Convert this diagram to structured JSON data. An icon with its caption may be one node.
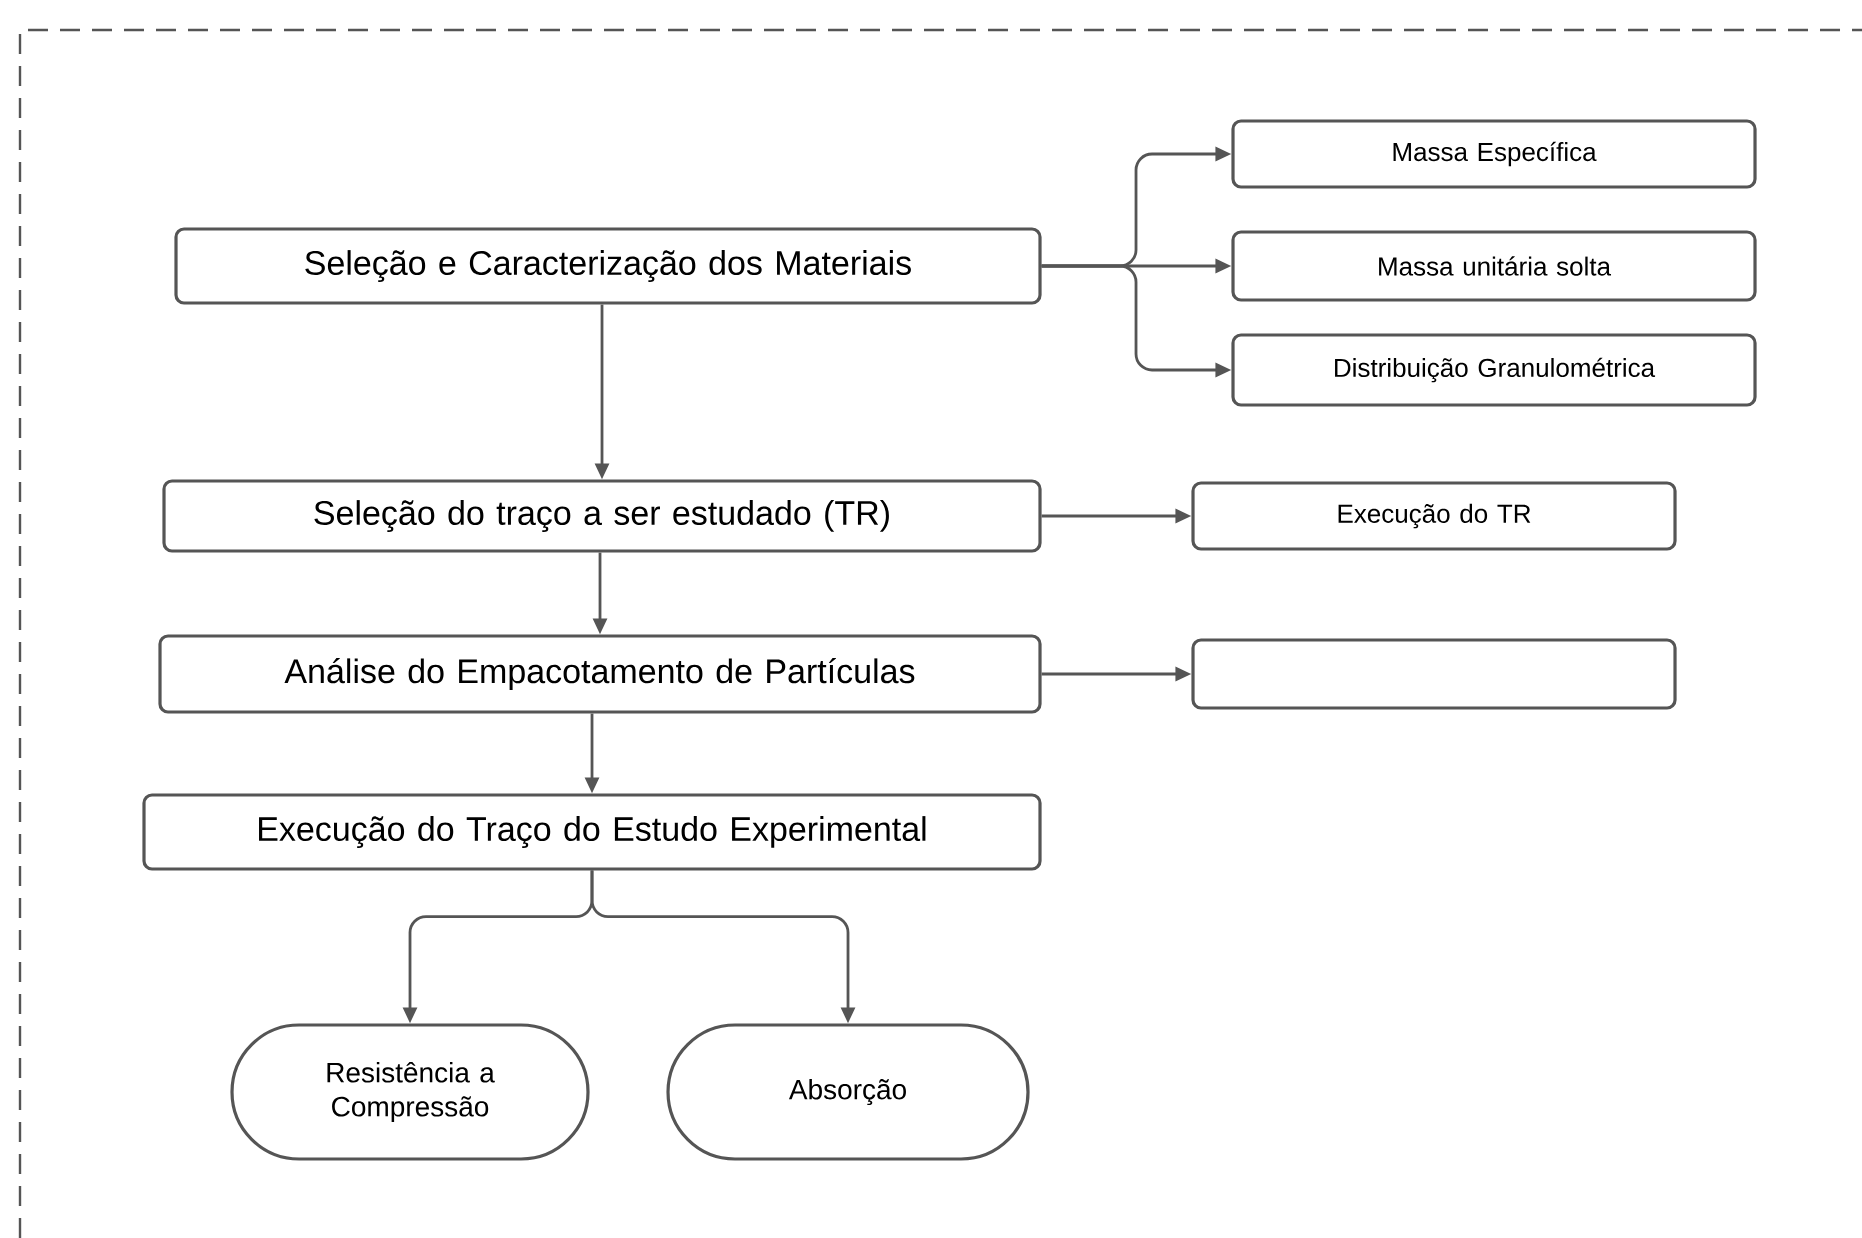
{
  "diagram": {
    "nodes": [
      {
        "text": [
          "Seleção e Caracterização dos Materiais"
        ]
      },
      {
        "text": [
          "Massa Específica"
        ]
      },
      {
        "text": [
          "Massa unitária solta"
        ]
      },
      {
        "text": [
          "Distribuição Granulométrica"
        ]
      },
      {
        "text": [
          "Seleção do traço a ser estudado (TR)"
        ]
      },
      {
        "text": [
          "Execução do TR"
        ]
      },
      {
        "text": [
          "Análise do Empacotamento de Partículas"
        ]
      },
      {
        "text": [],
        "shape": "box"
      },
      {
        "text": [
          "Execução do Traço do Estudo Experimental"
        ]
      },
      {
        "text": [
          "Resistência a Compressão"
        ]
      },
      {
        "text": [
          "Absorção"
        ]
      }
    ],
    "edges": [
      {
        "from": 0,
        "to": 1,
        "arrow": "to"
      },
      {
        "from": 0,
        "to": 2,
        "arrow": "to"
      },
      {
        "from": 0,
        "to": 3,
        "arrow": "to"
      },
      {
        "from": 0,
        "to": 4,
        "arrow": "to"
      },
      {
        "from": 4,
        "to": 5,
        "arrow": "to"
      },
      {
        "from": 4,
        "to": 6,
        "arrow": "to"
      },
      {
        "from": 6,
        "to": 7,
        "arrow": "to"
      },
      {
        "from": 6,
        "to": 8,
        "arrow": "to"
      },
      {
        "from": 8,
        "to": 9,
        "arrow": "to"
      },
      {
        "from": 8,
        "to": 10,
        "arrow": "to"
      }
    ]
  }
}
